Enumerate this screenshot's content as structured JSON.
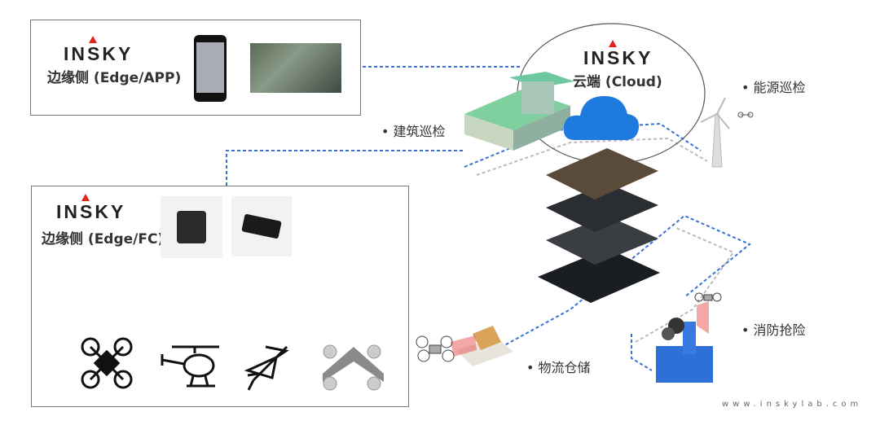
{
  "brand": {
    "logo_text": "INSKY",
    "accent": "#e0221b"
  },
  "edge_app": {
    "subtitle": "边缘侧 (Edge/APP)"
  },
  "cloud": {
    "subtitle": "云端 (Cloud)"
  },
  "edge_fc": {
    "subtitle": "边缘侧 (Edge/FC)",
    "vehicles": [
      "quadcopter-icon",
      "helicopter-icon",
      "airplane-icon",
      "flying-wing-icon"
    ]
  },
  "scenarios": [
    "• 建筑巡检",
    "• 能源巡检",
    "• 物流仓储",
    "• 消防抢险"
  ],
  "footer": {
    "url": "www.inskylab.com"
  },
  "colors": {
    "link_dashed": "#3a6fd8",
    "link_gray": "#bbbbbb",
    "cloud": "#1f7ae0"
  }
}
